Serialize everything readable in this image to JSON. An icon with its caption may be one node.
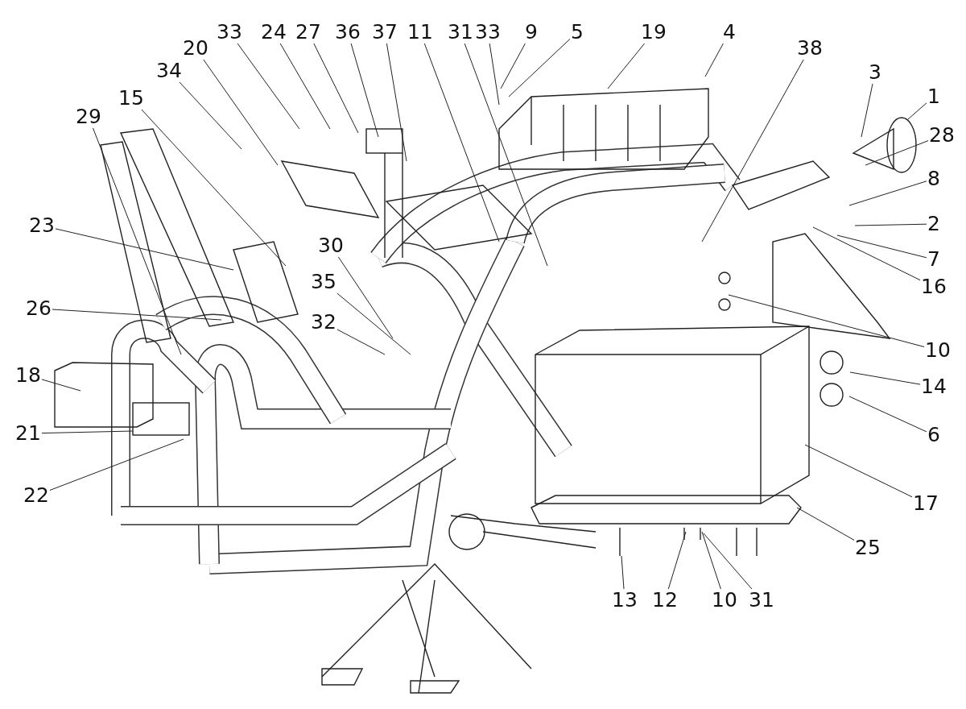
{
  "diagram": {
    "nodes": [
      {
        "text": [
          "33"
        ]
      },
      {
        "text": [
          "24"
        ]
      },
      {
        "text": [
          "27"
        ]
      },
      {
        "text": [
          "36"
        ]
      },
      {
        "text": [
          "37"
        ]
      },
      {
        "text": [
          "11"
        ]
      },
      {
        "text": [
          "31"
        ]
      },
      {
        "text": [
          "33"
        ]
      },
      {
        "text": [
          "9"
        ]
      },
      {
        "text": [
          "5"
        ]
      },
      {
        "text": [
          "19"
        ]
      },
      {
        "text": [
          "4"
        ]
      },
      {
        "text": [
          "20"
        ]
      },
      {
        "text": [
          "38"
        ]
      },
      {
        "text": [
          "34"
        ]
      },
      {
        "text": [
          "3"
        ]
      },
      {
        "text": [
          "15"
        ]
      },
      {
        "text": [
          "1"
        ]
      },
      {
        "text": [
          "29"
        ]
      },
      {
        "text": [
          "28"
        ]
      },
      {
        "text": [
          "8"
        ]
      },
      {
        "text": [
          "2"
        ]
      },
      {
        "text": [
          "23"
        ]
      },
      {
        "text": [
          "30"
        ]
      },
      {
        "text": [
          "7"
        ]
      },
      {
        "text": [
          "35"
        ]
      },
      {
        "text": [
          "16"
        ]
      },
      {
        "text": [
          "26"
        ]
      },
      {
        "text": [
          "32"
        ]
      },
      {
        "text": [
          "10"
        ]
      },
      {
        "text": [
          "18"
        ]
      },
      {
        "text": [
          "14"
        ]
      },
      {
        "text": [
          "21"
        ]
      },
      {
        "text": [
          "6"
        ]
      },
      {
        "text": [
          "22"
        ]
      },
      {
        "text": [
          "17"
        ]
      },
      {
        "text": [
          "25"
        ]
      },
      {
        "text": [
          "13"
        ]
      },
      {
        "text": [
          "12"
        ]
      },
      {
        "text": [
          "10"
        ]
      },
      {
        "text": [
          "31"
        ]
      }
    ],
    "edges": [
      {
        "from": 0,
        "to": null,
        "arrow": "none"
      },
      {
        "from": 1,
        "to": null,
        "arrow": "none"
      },
      {
        "from": 2,
        "to": null,
        "arrow": "none"
      },
      {
        "from": 3,
        "to": null,
        "arrow": "none"
      },
      {
        "from": 4,
        "to": null,
        "arrow": "none"
      },
      {
        "from": 5,
        "to": null,
        "arrow": "none"
      },
      {
        "from": 6,
        "to": null,
        "arrow": "none"
      },
      {
        "from": 7,
        "to": null,
        "arrow": "none"
      },
      {
        "from": 8,
        "to": null,
        "arrow": "none"
      },
      {
        "from": 9,
        "to": null,
        "arrow": "none"
      },
      {
        "from": 10,
        "to": null,
        "arrow": "none"
      },
      {
        "from": 11,
        "to": null,
        "arrow": "none"
      },
      {
        "from": 12,
        "to": null,
        "arrow": "none"
      },
      {
        "from": 13,
        "to": null,
        "arrow": "none"
      },
      {
        "from": 14,
        "to": null,
        "arrow": "none"
      },
      {
        "from": 15,
        "to": null,
        "arrow": "none"
      },
      {
        "from": 16,
        "to": null,
        "arrow": "none"
      },
      {
        "from": 17,
        "to": null,
        "arrow": "none"
      },
      {
        "from": 18,
        "to": null,
        "arrow": "none"
      },
      {
        "from": 19,
        "to": null,
        "arrow": "none"
      },
      {
        "from": 20,
        "to": null,
        "arrow": "none"
      },
      {
        "from": 21,
        "to": null,
        "arrow": "none"
      },
      {
        "from": 22,
        "to": null,
        "arrow": "none"
      },
      {
        "from": 23,
        "to": null,
        "arrow": "none"
      },
      {
        "from": 24,
        "to": null,
        "arrow": "none"
      },
      {
        "from": 25,
        "to": null,
        "arrow": "none"
      },
      {
        "from": 26,
        "to": null,
        "arrow": "none"
      },
      {
        "from": 27,
        "to": null,
        "arrow": "none"
      },
      {
        "from": 28,
        "to": null,
        "arrow": "none"
      },
      {
        "from": 29,
        "to": null,
        "arrow": "none"
      },
      {
        "from": 30,
        "to": null,
        "arrow": "none"
      },
      {
        "from": 31,
        "to": null,
        "arrow": "none"
      },
      {
        "from": 32,
        "to": null,
        "arrow": "none"
      },
      {
        "from": 33,
        "to": null,
        "arrow": "none"
      },
      {
        "from": 34,
        "to": null,
        "arrow": "none"
      },
      {
        "from": 35,
        "to": null,
        "arrow": "none"
      },
      {
        "from": 36,
        "to": null,
        "arrow": "none"
      },
      {
        "from": 37,
        "to": null,
        "arrow": "none"
      },
      {
        "from": 38,
        "to": null,
        "arrow": "none"
      },
      {
        "from": 39,
        "to": null,
        "arrow": "none"
      },
      {
        "from": 40,
        "to": null,
        "arrow": "none"
      }
    ]
  }
}
